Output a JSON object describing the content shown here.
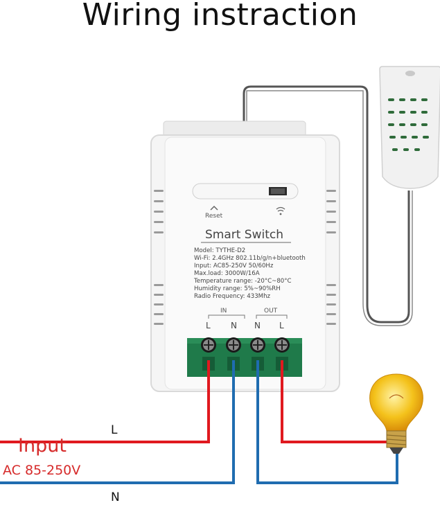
{
  "title": "Wiring instraction",
  "device": {
    "name": "Smart Switch",
    "reset_label": "Reset",
    "specs": [
      "Model: TYTHE-D2",
      "Wi-Fi: 2.4GHz 802.11b/g/n+bluetooth",
      "Input: AC85-250V 50/60Hz",
      "Max.load: 3000W/16A",
      "Temperature range: -20°C~80°C",
      "Humidity range: 5%~90%RH",
      "Radio Frequency: 433Mhz"
    ],
    "in_label": "IN",
    "out_label": "OUT",
    "terminals": [
      "L",
      "N",
      "N",
      "L"
    ]
  },
  "input": {
    "label": "Input",
    "voltage": "AC 85-250V"
  },
  "wires": {
    "line_label": "L",
    "neutral_label": "N"
  },
  "colors": {
    "line_wire": "#e0191f",
    "neutral_wire": "#1f6cb0",
    "input_text": "#d62a2a",
    "device_body": "#f4f4f4",
    "terminal_block": "#1f7a4a"
  },
  "icons": [
    "reset-arrow-icon",
    "wifi-icon",
    "light-bulb-icon",
    "temperature-humidity-sensor-icon"
  ]
}
